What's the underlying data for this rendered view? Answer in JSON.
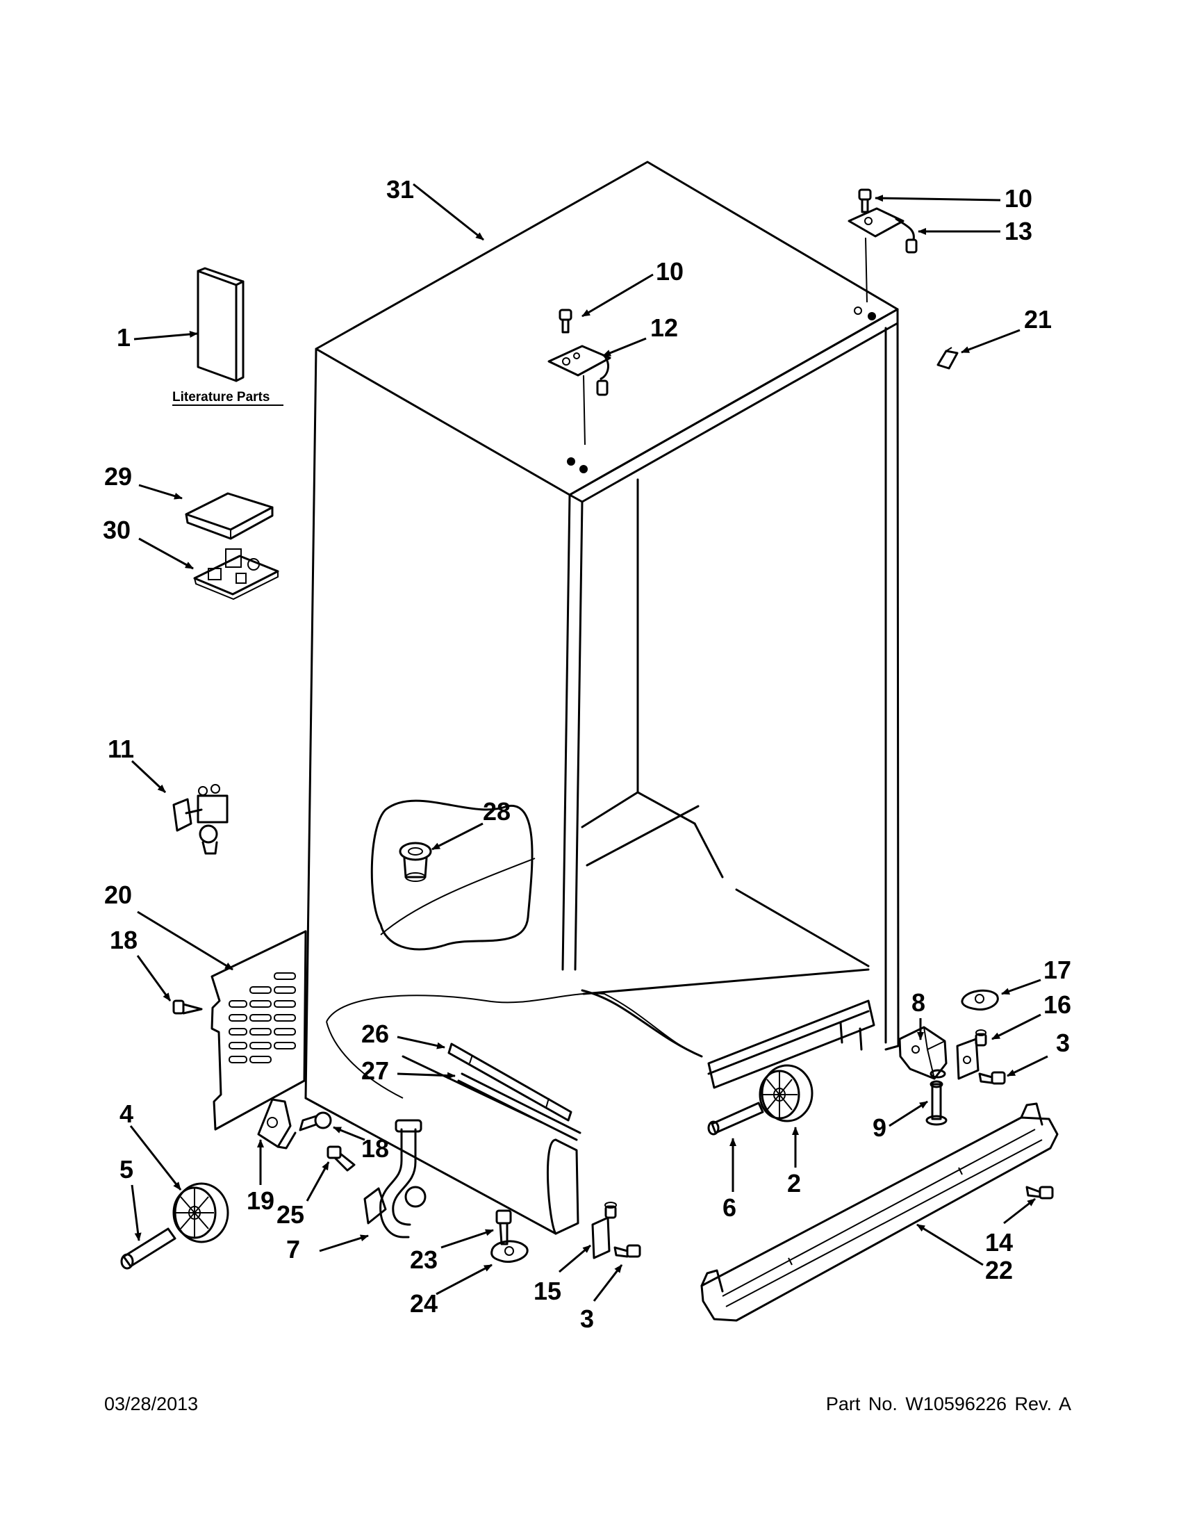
{
  "literature_label": "Literature Parts",
  "callouts": {
    "c1": "1",
    "c2": "2",
    "c3a": "3",
    "c3b": "3",
    "c4": "4",
    "c5": "5",
    "c6": "6",
    "c7": "7",
    "c8": "8",
    "c9": "9",
    "c10a": "10",
    "c10b": "10",
    "c11": "11",
    "c12": "12",
    "c13": "13",
    "c14": "14",
    "c15": "15",
    "c16": "16",
    "c17": "17",
    "c18a": "18",
    "c18b": "18",
    "c19": "19",
    "c20": "20",
    "c21": "21",
    "c22": "22",
    "c23": "23",
    "c24": "24",
    "c25": "25",
    "c26": "26",
    "c27": "27",
    "c28": "28",
    "c29": "29",
    "c30": "30",
    "c31": "31"
  },
  "footer": {
    "date": "03/28/2013",
    "part_no": "Part No.  W10596226  Rev.  A"
  }
}
